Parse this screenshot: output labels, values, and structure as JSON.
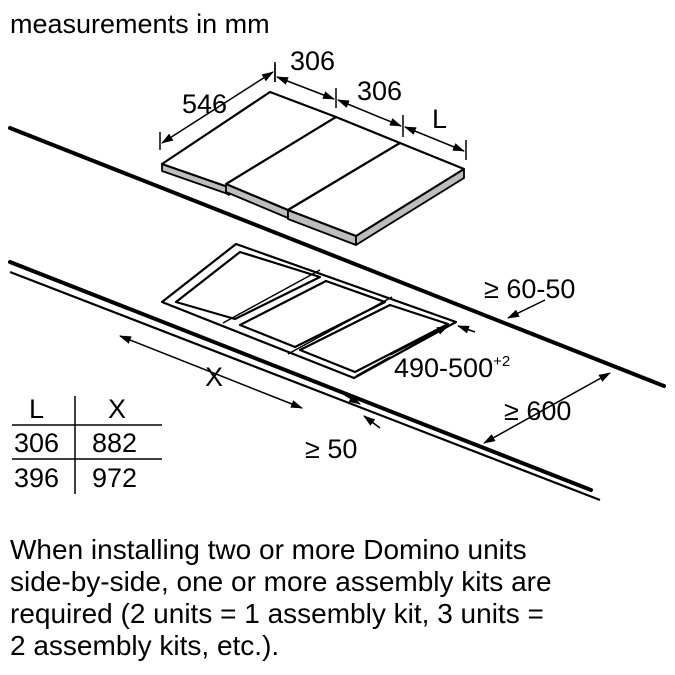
{
  "title": "measurements in mm",
  "dimensions": {
    "depth": "546",
    "width_1": "306",
    "width_2": "306",
    "width_l": "L",
    "wall_gap": "≥ 60-50",
    "cutout_depth": "490-500",
    "cutout_depth_tolerance": "+2",
    "cutout_width": "X",
    "front_gap": "≥ 50",
    "cabinet_depth": "≥ 600"
  },
  "table": {
    "headers": [
      "L",
      "X"
    ],
    "rows": [
      [
        "306",
        "882"
      ],
      [
        "396",
        "972"
      ]
    ]
  },
  "note_lines": [
    "When installing two or more Domino units",
    "side-by-side, one or more assembly kits are",
    "required (2 units = 1 assembly kit, 3 units =",
    "2 assembly kits, etc.)."
  ]
}
